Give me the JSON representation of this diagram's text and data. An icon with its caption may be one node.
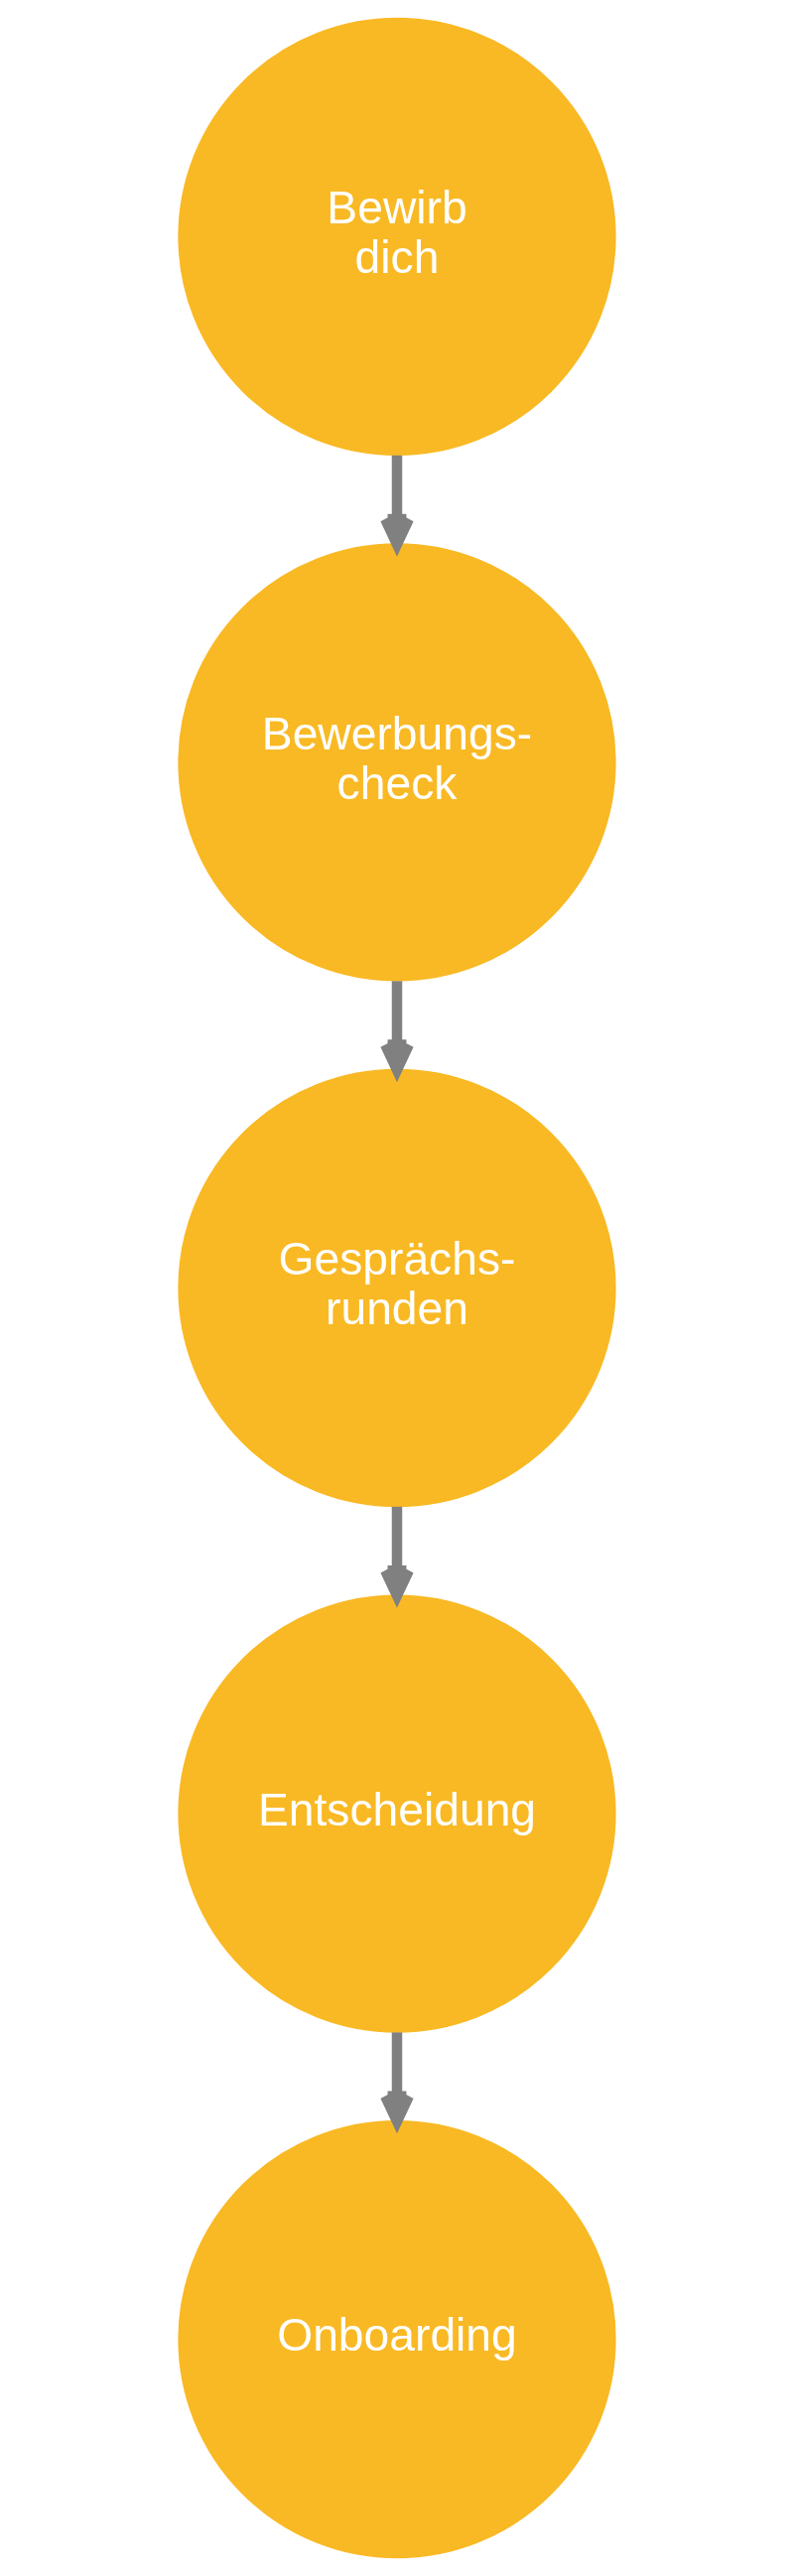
{
  "diagram": {
    "nodes": [
      {
        "text": [
          "Bewirb dich"
        ]
      },
      {
        "text": [
          "Bewerbungs- check"
        ]
      },
      {
        "text": [
          "Gesprächs- runden"
        ]
      },
      {
        "text": [
          "Entscheidung"
        ]
      },
      {
        "text": [
          "Onboarding"
        ]
      }
    ],
    "edges": [
      {
        "from": 0,
        "to": 1,
        "arrow": "to"
      },
      {
        "from": 1,
        "to": 2,
        "arrow": "to"
      },
      {
        "from": 2,
        "to": 3,
        "arrow": "to"
      },
      {
        "from": 3,
        "to": 4,
        "arrow": "to"
      }
    ]
  }
}
